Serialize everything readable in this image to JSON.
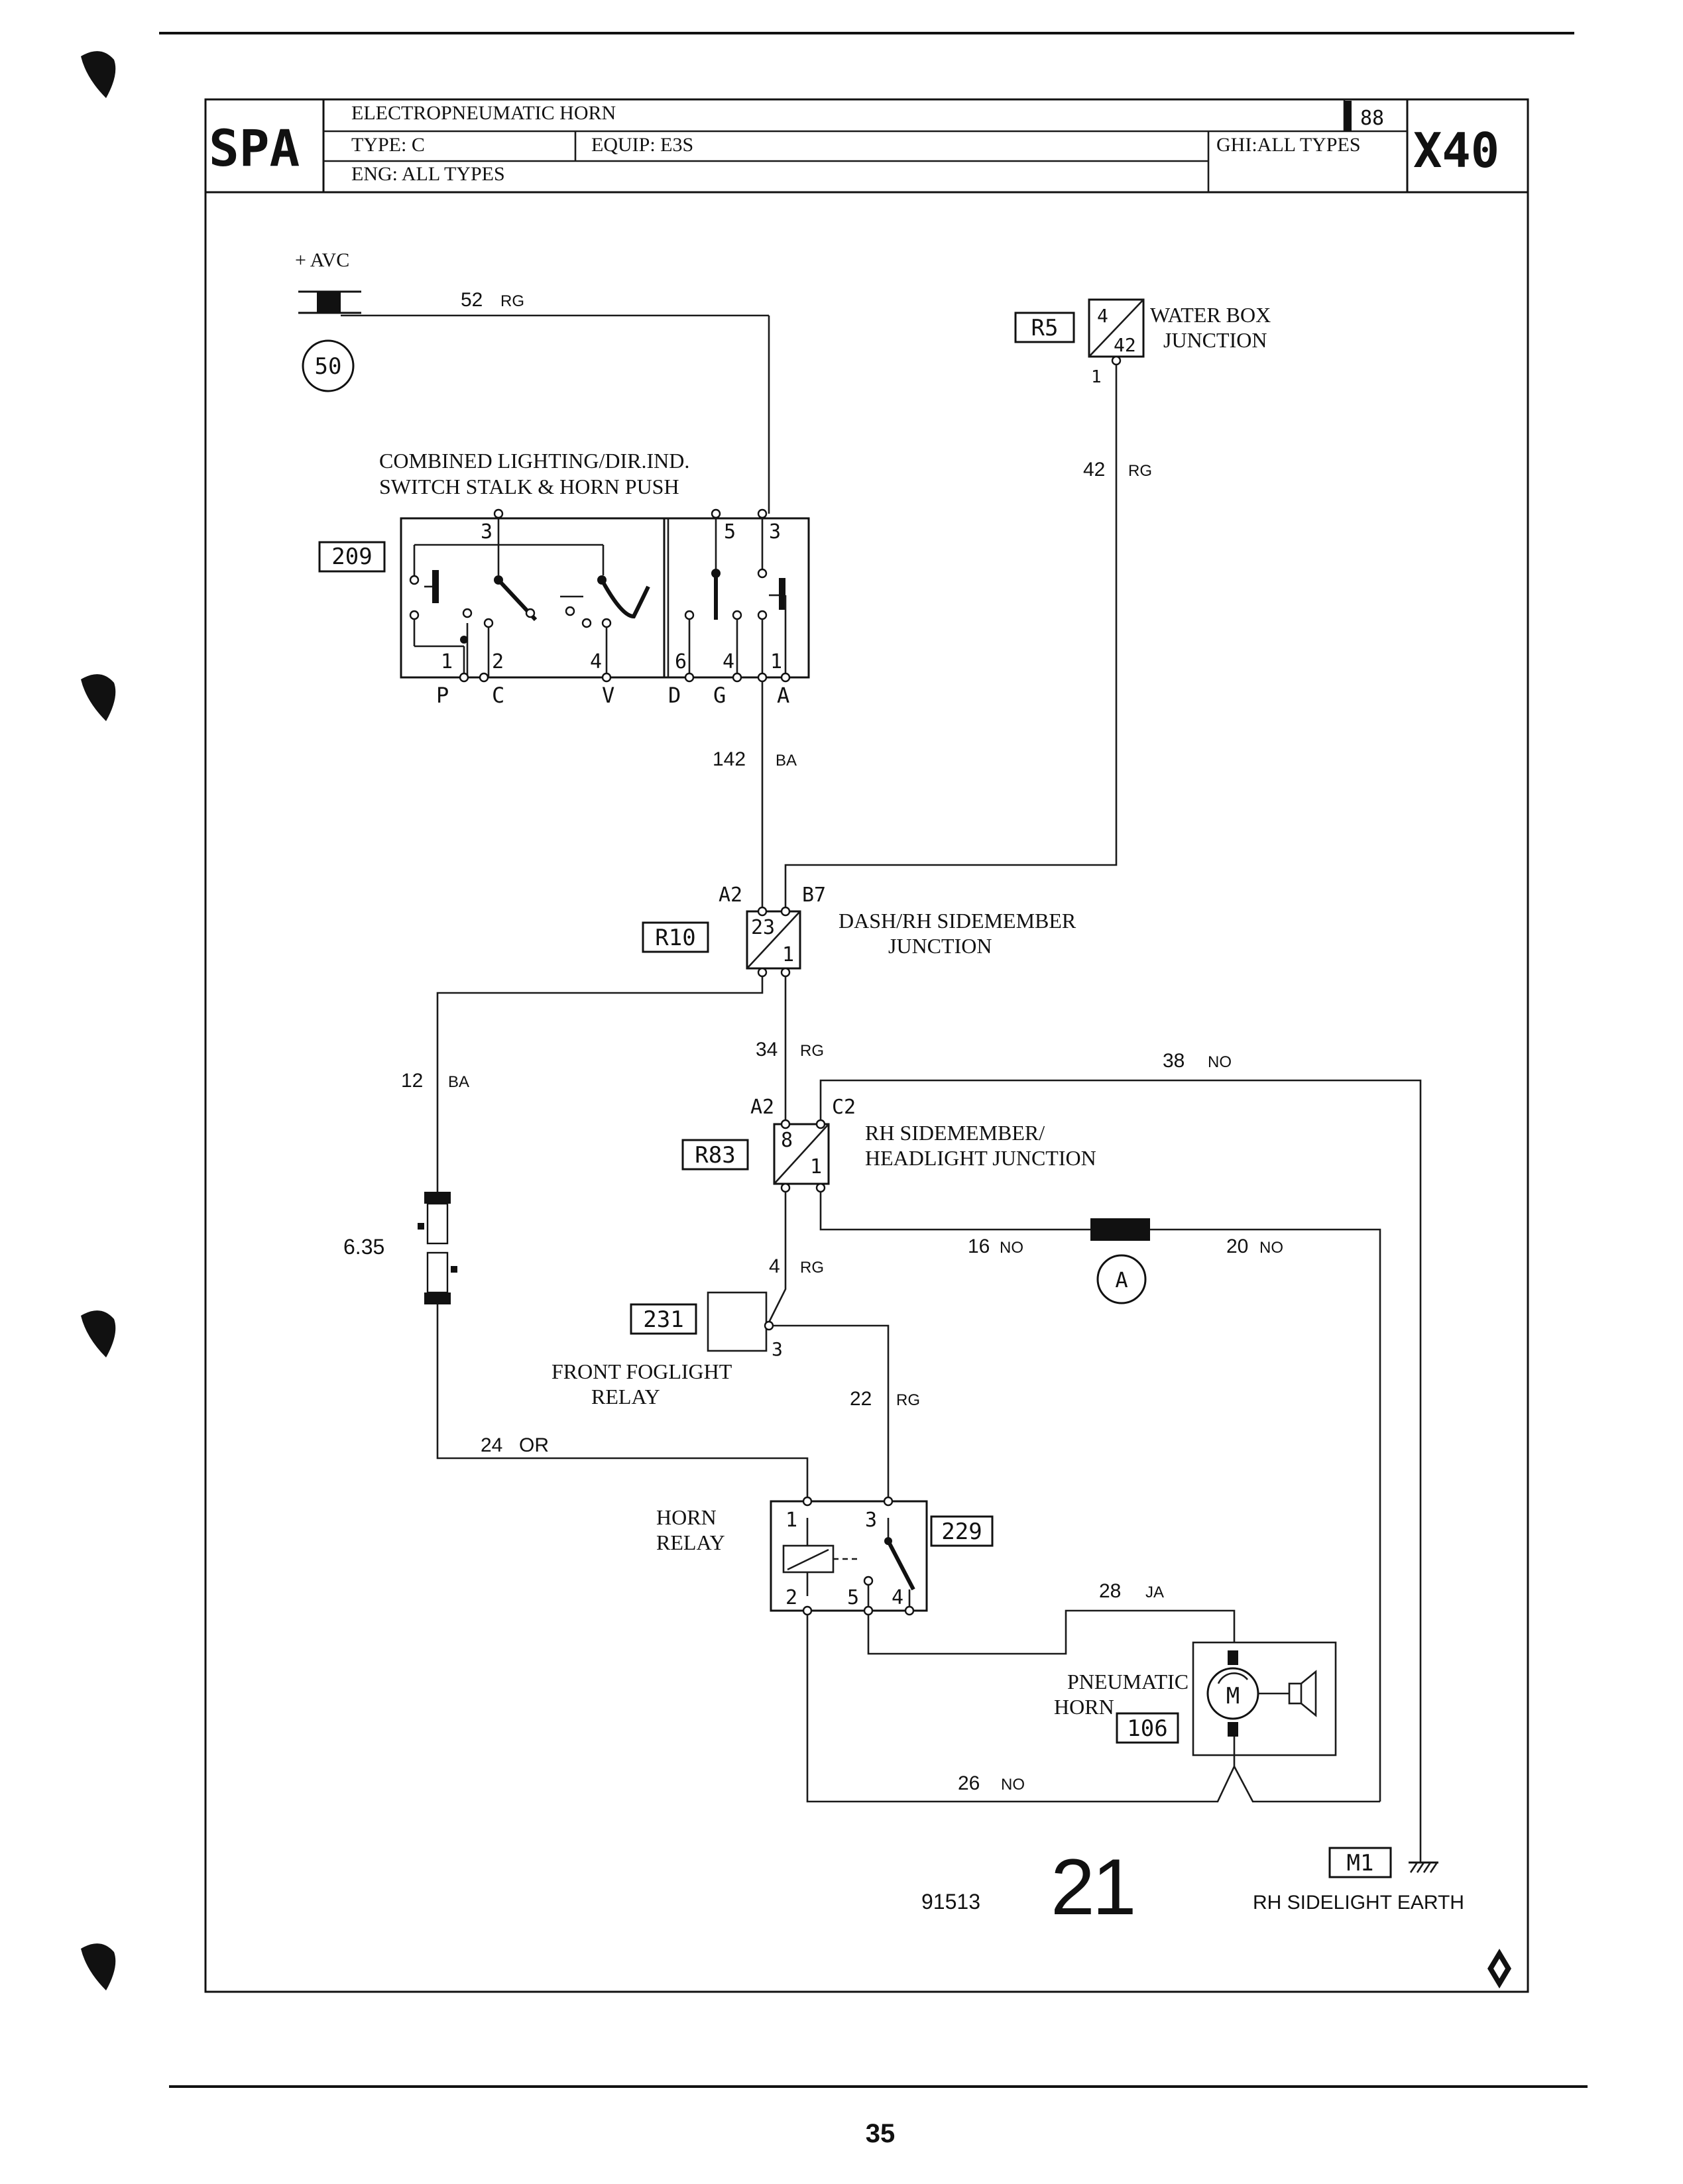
{
  "header": {
    "logo": "SPA",
    "title": "ELECTROPNEUMATIC HORN",
    "year": "88",
    "type": "TYPE: C",
    "equip": "EQUIP: E3S",
    "ghi": "GHI:ALL TYPES",
    "eng": "ENG: ALL TYPES",
    "model": "X40"
  },
  "supply": {
    "label": "+ AVC",
    "ref": "50"
  },
  "components": {
    "c209": {
      "id": "209",
      "name_1": "COMBINED LIGHTING/DIR.IND.",
      "name_2": "SWITCH STALK & HORN PUSH"
    },
    "r5": {
      "id": "R5",
      "num_top": "4",
      "num_bottom": "42",
      "pin": "1",
      "name_1": "WATER BOX",
      "name_2": "JUNCTION"
    },
    "r10": {
      "id": "R10",
      "num_top": "23",
      "num_bottom": "1",
      "pin_left": "A2",
      "pin_right": "B7",
      "name_1": "DASH/RH SIDEMEMBER",
      "name_2": "JUNCTION"
    },
    "r83": {
      "id": "R83",
      "num_top": "8",
      "num_bottom": "1",
      "pin_left": "A2",
      "pin_right": "C2",
      "name_1": "RH SIDEMEMBER/",
      "name_2": "HEADLIGHT JUNCTION"
    },
    "c231": {
      "id": "231",
      "pin": "3",
      "name_1": "FRONT FOGLIGHT",
      "name_2": "RELAY"
    },
    "c229": {
      "id": "229",
      "name_1": "HORN",
      "name_2": "RELAY"
    },
    "c106": {
      "id": "106",
      "name_1": "PNEUMATIC",
      "name_2": "HORN",
      "motor": "M"
    },
    "m1": {
      "id": "M1",
      "name": "RH SIDELIGHT EARTH"
    },
    "connA": {
      "label": "A"
    }
  },
  "switch_pins": {
    "left_top": "3",
    "left_bottom": [
      "1",
      "2",
      "4"
    ],
    "left_letters": [
      "P",
      "C",
      "V"
    ],
    "right_top": [
      "5",
      "3"
    ],
    "right_bottom": [
      "6",
      "4",
      "1"
    ],
    "right_letters": [
      "D",
      "G",
      "A"
    ]
  },
  "relay_pins": {
    "p1": "1",
    "p3": "3",
    "p2": "2",
    "p5": "5",
    "p4": "4"
  },
  "wires": {
    "w52": {
      "num": "52",
      "color": "RG"
    },
    "w42": {
      "num": "42",
      "color": "RG"
    },
    "w142": {
      "num": "142",
      "color": "BA"
    },
    "w12": {
      "num": "12",
      "color": "BA"
    },
    "w34": {
      "num": "34",
      "color": "RG"
    },
    "w38": {
      "num": "38",
      "color": "NO"
    },
    "w16": {
      "num": "16",
      "color": "NO"
    },
    "w20": {
      "num": "20",
      "color": "NO"
    },
    "w4": {
      "num": "4",
      "color": "RG"
    },
    "w22": {
      "num": "22",
      "color": "RG"
    },
    "w24": {
      "num": "24",
      "color": "OR"
    },
    "w28": {
      "num": "28",
      "color": "JA"
    },
    "w26": {
      "num": "26",
      "color": "NO"
    }
  },
  "fuse_label": "6.35",
  "footer": {
    "code": "91513",
    "sheet_number": "21",
    "page_number": "35"
  }
}
